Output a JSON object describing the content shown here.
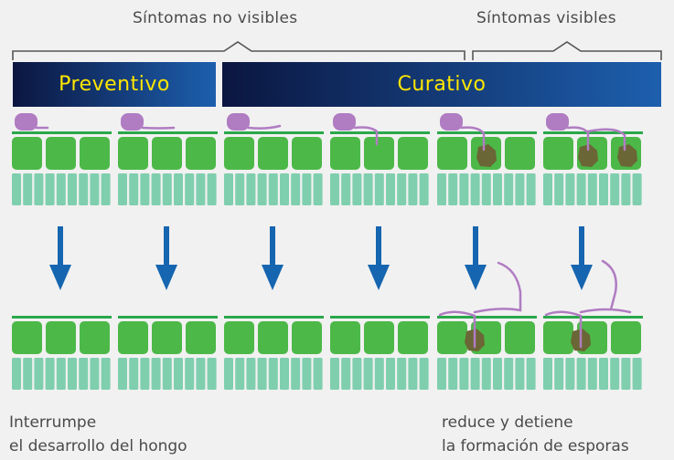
{
  "labels": {
    "no_visibles": "Síntomas no visibles",
    "visibles": "Síntomas visibles"
  },
  "bars": {
    "preventivo": "Preventivo",
    "curativo": "Curativo"
  },
  "captions": {
    "left_line1": "Interrumpe",
    "left_line2": "el desarrollo del hongo",
    "right_line1": "reduce  y detiene",
    "right_line2": "la formación de esporas"
  },
  "colors": {
    "leaf_cell": "#4cb848",
    "leaf_edge": "#2aa84a",
    "tissue": "#7fcfae",
    "spore": "#b07cc2",
    "lesion": "#6b6636",
    "arrow": "#1565b0",
    "bar_dark": "#0b1640",
    "bar_light": "#1d5fae",
    "bar_text": "#ffe600"
  }
}
